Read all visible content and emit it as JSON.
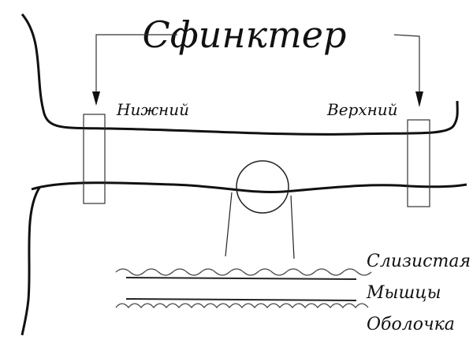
{
  "title": "Сфинктер",
  "labels": {
    "lower": "Нижний",
    "upper": "Верхний"
  },
  "layers": [
    "Слизистая",
    "Мышцы",
    "Оболочка"
  ],
  "colors": {
    "ink": "#111111",
    "background": "#ffffff"
  }
}
